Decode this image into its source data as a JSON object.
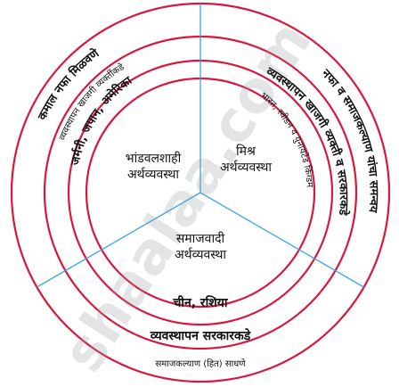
{
  "diagram": {
    "centers": {
      "capitalist": [
        "भांडवलशाही",
        "अर्थव्यवस्था"
      ],
      "mixed": [
        "मिश्र",
        "अर्थव्यवस्था"
      ],
      "socialist": [
        "समाजवादी",
        "अर्थव्यवस्था"
      ]
    },
    "countries": {
      "capitalist": "जर्मनी, जपान, अमेरिका",
      "mixed": "भारत, स्वीडन व युनायटेड किंग्डम",
      "socialist": "चीन, रशिया"
    },
    "management": {
      "capitalist": "व्यवस्थापन खाजगी व्यक्तींकडे",
      "mixed": "व्यवस्थापन खाजगी व्यक्ती व सरकारकडे",
      "socialist": "व्यवस्थापन सरकारकडे"
    },
    "goals": {
      "capitalist": "कमाल नफा मिळवणे",
      "mixed": "नफा व समाजकल्याण यांचा समन्वय",
      "socialist": "समाजकल्याण (हित) साधणे"
    },
    "watermark": "shaalaa.com"
  },
  "colors": {
    "ring": "#d9173c",
    "divider": "#39a6e0",
    "text": "#111111"
  }
}
